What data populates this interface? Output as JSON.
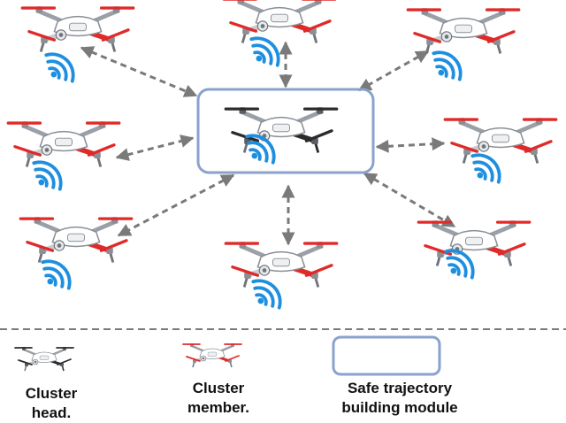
{
  "diagram": {
    "type": "UAV cluster communication topology",
    "colors": {
      "member_accent": "#e02a2a",
      "head_accent": "#2b2b2b",
      "drone_body": "#ffffff",
      "drone_outline": "#8a8f96",
      "signal": "#1e8fe0",
      "link_arrow": "#7a7a7a",
      "module_box": "#8aa2cc",
      "separator": "#7a7a7a"
    },
    "nodes": [
      {
        "id": "member-top-left",
        "role": "cluster-member"
      },
      {
        "id": "member-top",
        "role": "cluster-member"
      },
      {
        "id": "member-top-right",
        "role": "cluster-member"
      },
      {
        "id": "member-left",
        "role": "cluster-member"
      },
      {
        "id": "member-right",
        "role": "cluster-member"
      },
      {
        "id": "member-bottom-left",
        "role": "cluster-member"
      },
      {
        "id": "member-bottom",
        "role": "cluster-member"
      },
      {
        "id": "member-bottom-right",
        "role": "cluster-member"
      },
      {
        "id": "head-center",
        "role": "cluster-head"
      }
    ],
    "links": "bidirectional dashed arrows between the cluster head module and each cluster member"
  },
  "legend": {
    "cluster_head": "Cluster\nhead.",
    "cluster_member": "Cluster\nmember.",
    "module": "Safe trajectory\nbuilding module"
  }
}
